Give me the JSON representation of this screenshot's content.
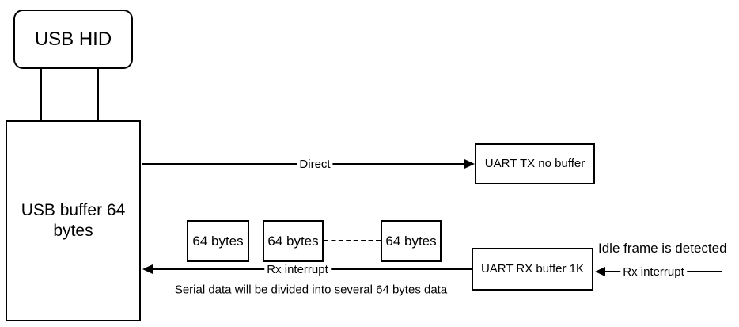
{
  "diagram": {
    "background": "#ffffff",
    "stroke_color": "#000000",
    "text_color": "#000000",
    "nodes": {
      "usb_hid": "USB HID",
      "usb_buffer": "USB buffer 64 bytes",
      "uart_tx": "UART TX no buffer",
      "chunk_1": "64 bytes",
      "chunk_2": "64 bytes",
      "chunk_3": "64 bytes",
      "uart_rx": "UART RX buffer 1K"
    },
    "edge_labels": {
      "direct": "Direct",
      "rx_interrupt_to_usb_buffer": "Rx interrupt",
      "rx_interrupt_to_uart_rx": "Rx interrupt"
    },
    "annotations": {
      "idle_frame": "Idle frame is detected",
      "serial_note": "Serial data will be divided into several 64 bytes data"
    }
  }
}
